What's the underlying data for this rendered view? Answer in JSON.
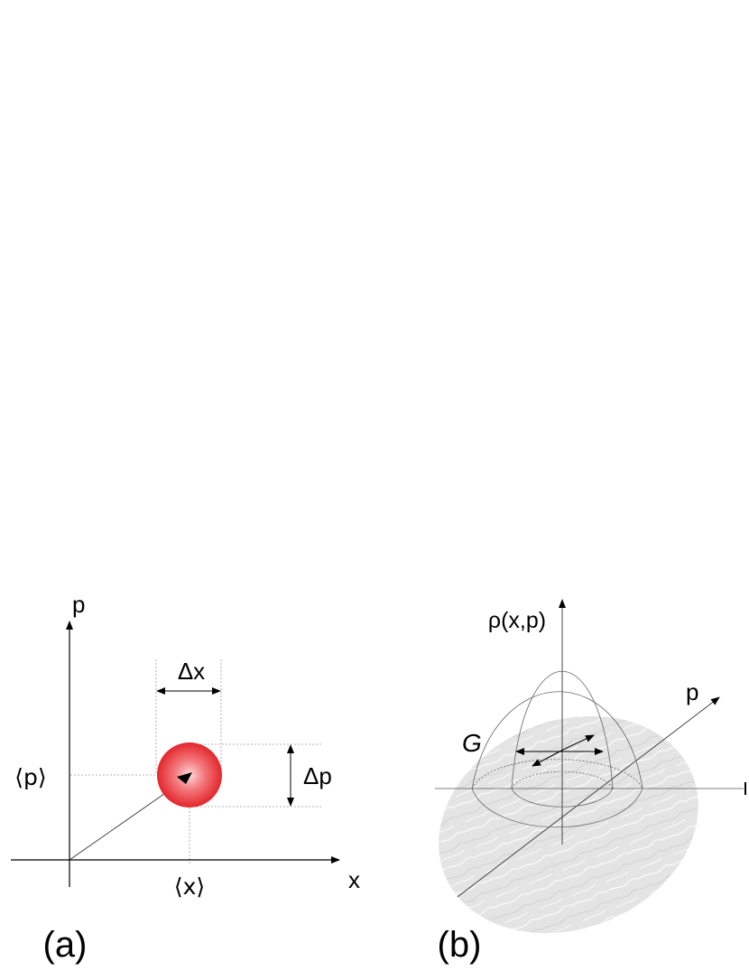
{
  "panel_a": {
    "axis_x_label": "x",
    "axis_p_label": "p",
    "mean_x_label": "⟨x⟩",
    "mean_p_label": "⟨p⟩",
    "delta_x_label": "Δx",
    "delta_p_label": "Δp",
    "panel_label": "(a)",
    "state_color": "#e8353a"
  },
  "panel_b": {
    "density_label": "ρ(x,p)",
    "axis_p_label": "p",
    "region_label": "G",
    "panel_label": "(b)",
    "region_color": "#e6e6e6"
  }
}
